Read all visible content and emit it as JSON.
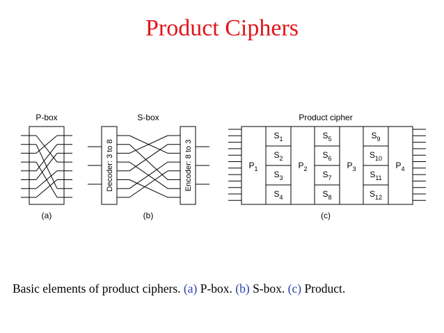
{
  "slide": {
    "title": "Product Ciphers"
  },
  "figure": {
    "pbox": {
      "title": "P-box",
      "label": "(a)"
    },
    "sbox": {
      "title": "S-box",
      "label": "(b)",
      "decoder": "Decoder: 3 to 8",
      "encoder": "Encoder: 8 to 3"
    },
    "product": {
      "title": "Product cipher",
      "label": "(c)",
      "p": [
        {
          "base": "P",
          "sub": "1"
        },
        {
          "base": "P",
          "sub": "2"
        },
        {
          "base": "P",
          "sub": "3"
        },
        {
          "base": "P",
          "sub": "4"
        }
      ],
      "s_columns": [
        [
          {
            "base": "S",
            "sub": "1"
          },
          {
            "base": "S",
            "sub": "2"
          },
          {
            "base": "S",
            "sub": "3"
          },
          {
            "base": "S",
            "sub": "4"
          }
        ],
        [
          {
            "base": "S",
            "sub": "5"
          },
          {
            "base": "S",
            "sub": "6"
          },
          {
            "base": "S",
            "sub": "7"
          },
          {
            "base": "S",
            "sub": "8"
          }
        ],
        [
          {
            "base": "S",
            "sub": "9"
          },
          {
            "base": "S",
            "sub": "10"
          },
          {
            "base": "S",
            "sub": "11"
          },
          {
            "base": "S",
            "sub": "12"
          }
        ]
      ]
    }
  },
  "caption": {
    "lead": "Basic elements of product ciphers. ",
    "a_tag": "(a)",
    "a_text": " P-box. ",
    "b_tag": "(b)",
    "b_text": " S-box. ",
    "c_tag": "(c)",
    "c_text": " Product."
  },
  "colors": {
    "title": "#e0161b",
    "caption_tag": "#2b3fa8"
  }
}
